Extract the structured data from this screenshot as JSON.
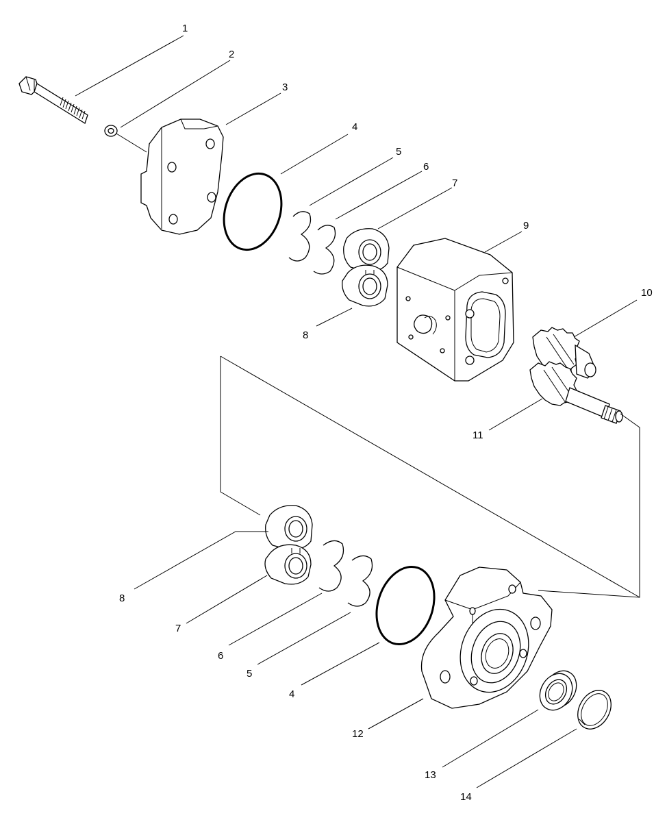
{
  "callouts": [
    {
      "id": "c1",
      "label": "1"
    },
    {
      "id": "c2",
      "label": "2"
    },
    {
      "id": "c3",
      "label": "3"
    },
    {
      "id": "c4",
      "label": "4"
    },
    {
      "id": "c5",
      "label": "5"
    },
    {
      "id": "c6",
      "label": "6"
    },
    {
      "id": "c7",
      "label": "7"
    },
    {
      "id": "c9",
      "label": "9"
    },
    {
      "id": "c8",
      "label": "8"
    },
    {
      "id": "c10",
      "label": "10"
    },
    {
      "id": "c11",
      "label": "11"
    },
    {
      "id": "c8b",
      "label": "8"
    },
    {
      "id": "c7b",
      "label": "7"
    },
    {
      "id": "c6b",
      "label": "6"
    },
    {
      "id": "c5b",
      "label": "5"
    },
    {
      "id": "c4b",
      "label": "4"
    },
    {
      "id": "c12",
      "label": "12"
    },
    {
      "id": "c13",
      "label": "13"
    },
    {
      "id": "c14",
      "label": "14"
    }
  ]
}
